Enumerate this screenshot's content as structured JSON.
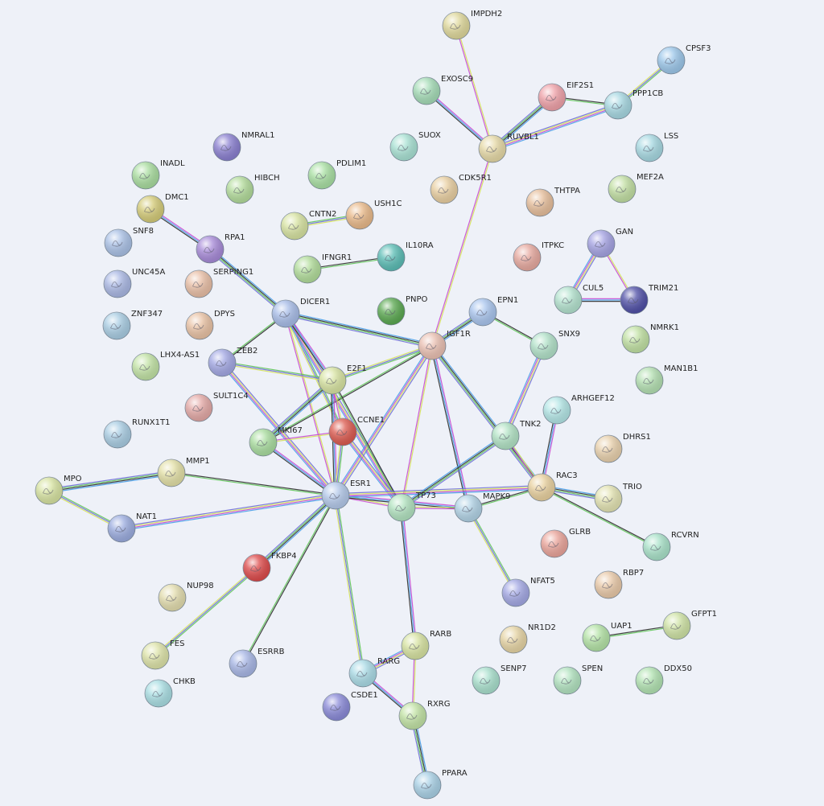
{
  "colors": {
    "background": "#eef1f8",
    "edge_colors": [
      "#d6e35a",
      "#c74bd1",
      "#4aa0e8",
      "#2e2e2e",
      "#62c65a",
      "#6f6fd8"
    ]
  },
  "nodes": [
    {
      "id": "IMPDH2",
      "color": "#dfd89b"
    },
    {
      "id": "CPSF3",
      "color": "#9cc7ea"
    },
    {
      "id": "EXOSC9",
      "color": "#a5dcb7"
    },
    {
      "id": "EIF2S1",
      "color": "#efa1a8"
    },
    {
      "id": "PPP1CB",
      "color": "#a7d8e2"
    },
    {
      "id": "SUOX",
      "color": "#a9e2d4"
    },
    {
      "id": "RUVBL1",
      "color": "#e6d9a6"
    },
    {
      "id": "LSS",
      "color": "#a7d9e2"
    },
    {
      "id": "NMRAL1",
      "color": "#8a7fd0"
    },
    {
      "id": "INADL",
      "color": "#a9dd9f"
    },
    {
      "id": "PDLIM1",
      "color": "#a9e0a3"
    },
    {
      "id": "HIBCH",
      "color": "#b3dc9b"
    },
    {
      "id": "CDK5R1",
      "color": "#e9cfa1"
    },
    {
      "id": "MEF2A",
      "color": "#c2dfa3"
    },
    {
      "id": "DMC1",
      "color": "#d4cb78"
    },
    {
      "id": "THTPA",
      "color": "#e7bf9c"
    },
    {
      "id": "USH1C",
      "color": "#e9b989"
    },
    {
      "id": "CNTN2",
      "color": "#d7e3a1"
    },
    {
      "id": "SNF8",
      "color": "#aac1e6"
    },
    {
      "id": "GAN",
      "color": "#a5a3e3"
    },
    {
      "id": "RPA1",
      "color": "#a78ad8"
    },
    {
      "id": "IL10RA",
      "color": "#5bbdb5"
    },
    {
      "id": "ITPKC",
      "color": "#e7a99f"
    },
    {
      "id": "IFNGR1",
      "color": "#b2dd9b"
    },
    {
      "id": "UNC45A",
      "color": "#aab8e4"
    },
    {
      "id": "SERPING1",
      "color": "#e9bfa6"
    },
    {
      "id": "CUL5",
      "color": "#b4e3cf"
    },
    {
      "id": "TRIM21",
      "color": "#4f4fa6"
    },
    {
      "id": "DICER1",
      "color": "#a8bde8"
    },
    {
      "id": "PNPO",
      "color": "#5aa850"
    },
    {
      "id": "EPN1",
      "color": "#a9c5ee"
    },
    {
      "id": "ZNF347",
      "color": "#a9cde3"
    },
    {
      "id": "DPYS",
      "color": "#e9c2a4"
    },
    {
      "id": "NMRK1",
      "color": "#c1e1a3"
    },
    {
      "id": "IGF1R",
      "color": "#eac0b2"
    },
    {
      "id": "SNX9",
      "color": "#b2e2c9"
    },
    {
      "id": "LHX4-AS1",
      "color": "#c2e3a5"
    },
    {
      "id": "ZEB2",
      "color": "#a3a8e4"
    },
    {
      "id": "MAN1B1",
      "color": "#b4e0b2"
    },
    {
      "id": "E2F1",
      "color": "#d7e3a1"
    },
    {
      "id": "SULT1C4",
      "color": "#e4a9a6"
    },
    {
      "id": "ARHGEF12",
      "color": "#b3e6e6"
    },
    {
      "id": "CCNE1",
      "color": "#dc5a4f"
    },
    {
      "id": "DHRS1",
      "color": "#e9d1ad"
    },
    {
      "id": "RUNX1T1",
      "color": "#a9cde3"
    },
    {
      "id": "MKI67",
      "color": "#a9dd9f"
    },
    {
      "id": "TNK2",
      "color": "#b2e3c5"
    },
    {
      "id": "MMP1",
      "color": "#e3e0a6"
    },
    {
      "id": "RAC3",
      "color": "#e9d19f"
    },
    {
      "id": "MPO",
      "color": "#d7e3a1"
    },
    {
      "id": "ESR1",
      "color": "#b4c9ea"
    },
    {
      "id": "TP73",
      "color": "#b2e3c0"
    },
    {
      "id": "MAPK9",
      "color": "#b2d3e6"
    },
    {
      "id": "TRIO",
      "color": "#e3e3b2"
    },
    {
      "id": "NAT1",
      "color": "#9bacdf"
    },
    {
      "id": "GLRB",
      "color": "#eaa49a"
    },
    {
      "id": "RCVRN",
      "color": "#a9e2c9"
    },
    {
      "id": "FKBP4",
      "color": "#dd4a4a"
    },
    {
      "id": "NUP98",
      "color": "#e3ddae"
    },
    {
      "id": "RBP7",
      "color": "#e9c9a8"
    },
    {
      "id": "NFAT5",
      "color": "#a3a8e4"
    },
    {
      "id": "GFPT1",
      "color": "#cfe3a5"
    },
    {
      "id": "NR1D2",
      "color": "#e6d4a4"
    },
    {
      "id": "UAP1",
      "color": "#b4e3a6"
    },
    {
      "id": "FES",
      "color": "#dde3a8"
    },
    {
      "id": "RARB",
      "color": "#d7e3a1"
    },
    {
      "id": "ESRRB",
      "color": "#a8b7e6"
    },
    {
      "id": "RARG",
      "color": "#aadbe6"
    },
    {
      "id": "SENP7",
      "color": "#a9e0cd"
    },
    {
      "id": "SPEN",
      "color": "#b2e3c0"
    },
    {
      "id": "DDX50",
      "color": "#b2e3b2"
    },
    {
      "id": "CHKB",
      "color": "#a9dee3"
    },
    {
      "id": "CSDE1",
      "color": "#8a8ad8"
    },
    {
      "id": "RXRG",
      "color": "#c2e3a5"
    },
    {
      "id": "PPARA",
      "color": "#a9d1e6"
    }
  ],
  "edges": [
    [
      "IMPDH2",
      "RUVBL1"
    ],
    [
      "EXOSC9",
      "RUVBL1"
    ],
    [
      "EIF2S1",
      "RUVBL1"
    ],
    [
      "EIF2S1",
      "PPP1CB"
    ],
    [
      "CPSF3",
      "PPP1CB"
    ],
    [
      "RUVBL1",
      "PPP1CB"
    ],
    [
      "RUVBL1",
      "IGF1R"
    ],
    [
      "DMC1",
      "RPA1"
    ],
    [
      "RPA1",
      "DICER1"
    ],
    [
      "IFNGR1",
      "IL10RA"
    ],
    [
      "CNTN2",
      "USH1C"
    ],
    [
      "GAN",
      "CUL5"
    ],
    [
      "GAN",
      "TRIM21"
    ],
    [
      "CUL5",
      "TRIM21"
    ],
    [
      "DICER1",
      "IGF1R"
    ],
    [
      "DICER1",
      "ZEB2"
    ],
    [
      "DICER1",
      "CCNE1"
    ],
    [
      "DICER1",
      "TP73"
    ],
    [
      "DICER1",
      "ESR1"
    ],
    [
      "DICER1",
      "E2F1"
    ],
    [
      "EPN1",
      "IGF1R"
    ],
    [
      "EPN1",
      "SNX9"
    ],
    [
      "IGF1R",
      "E2F1"
    ],
    [
      "IGF1R",
      "ESR1"
    ],
    [
      "IGF1R",
      "TP73"
    ],
    [
      "IGF1R",
      "MAPK9"
    ],
    [
      "IGF1R",
      "RAC3"
    ],
    [
      "IGF1R",
      "MKI67"
    ],
    [
      "ZEB2",
      "E2F1"
    ],
    [
      "ZEB2",
      "ESR1"
    ],
    [
      "E2F1",
      "CCNE1"
    ],
    [
      "E2F1",
      "ESR1"
    ],
    [
      "E2F1",
      "MKI67"
    ],
    [
      "E2F1",
      "TP73"
    ],
    [
      "CCNE1",
      "ESR1"
    ],
    [
      "CCNE1",
      "TP73"
    ],
    [
      "CCNE1",
      "MKI67"
    ],
    [
      "MKI67",
      "ESR1"
    ],
    [
      "MMP1",
      "MPO"
    ],
    [
      "MMP1",
      "ESR1"
    ],
    [
      "MPO",
      "NAT1"
    ],
    [
      "NAT1",
      "ESR1"
    ],
    [
      "ESR1",
      "TP73"
    ],
    [
      "ESR1",
      "MAPK9"
    ],
    [
      "ESR1",
      "FKBP4"
    ],
    [
      "ESR1",
      "ESRRB"
    ],
    [
      "ESR1",
      "RARG"
    ],
    [
      "ESR1",
      "RAC3"
    ],
    [
      "TP73",
      "MAPK9"
    ],
    [
      "TP73",
      "RARB"
    ],
    [
      "TP73",
      "TNK2"
    ],
    [
      "MAPK9",
      "RAC3"
    ],
    [
      "MAPK9",
      "NFAT5"
    ],
    [
      "SNX9",
      "TNK2"
    ],
    [
      "TNK2",
      "RAC3"
    ],
    [
      "ARHGEF12",
      "RAC3"
    ],
    [
      "RAC3",
      "TRIO"
    ],
    [
      "RAC3",
      "RCVRN"
    ],
    [
      "FKBP4",
      "FES"
    ],
    [
      "RARB",
      "RARG"
    ],
    [
      "RARB",
      "RXRG"
    ],
    [
      "RARG",
      "RXRG"
    ],
    [
      "RXRG",
      "PPARA"
    ],
    [
      "UAP1",
      "GFPT1"
    ]
  ]
}
